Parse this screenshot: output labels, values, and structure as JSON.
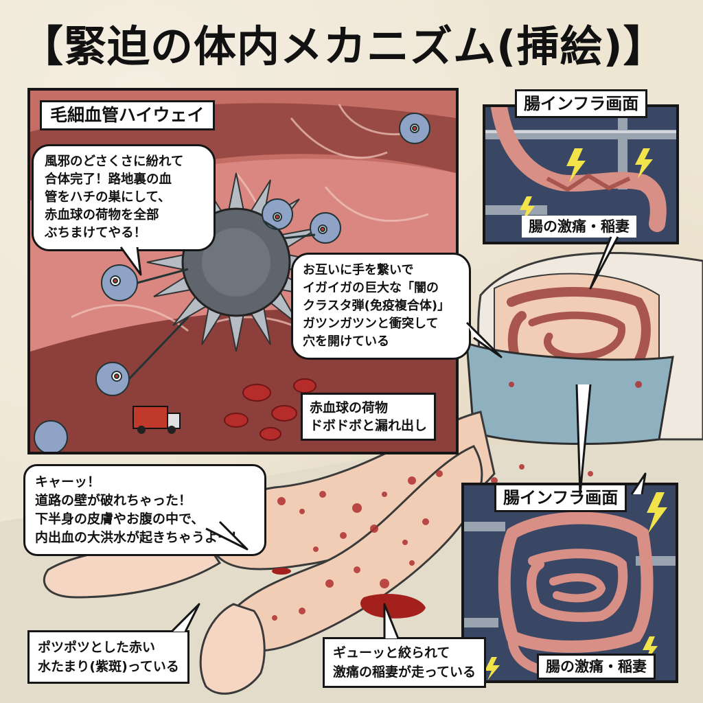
{
  "title": "【緊迫の体内メカニズム(挿絵)】",
  "main_panel": {
    "label": "毛細血管ハイウェイ",
    "virus_speech": [
      "風邪のどさくさに紛れて",
      "合体完了！路地裏の血",
      "管をハチの巣にして、",
      "赤血球の荷物を全部",
      "ぶちまけてやる！"
    ],
    "cluster_note": [
      "お互いに手を繋いで",
      "イガイガの巨大な「闇の",
      "クラスタ弾(免疫複合体)」",
      "ガツンガツンと衝突して",
      "穴を開けている"
    ],
    "cargo_note": [
      "赤血球の荷物",
      "ドボドボと漏れ出し"
    ]
  },
  "gut_panel_top": {
    "label": "腸インフラ画面",
    "pain_label": "腸の激痛・稲妻"
  },
  "gut_panel_bottom": {
    "label": "腸インフラ画面",
    "pain_label": "腸の激痛・稲妻"
  },
  "scream": [
    "キャーッ！",
    "道路の壁が破れちゃった！",
    "下半身の皮膚やお腹の中で、",
    "内出血の大洪水が起きちゃうよー！"
  ],
  "purpura_note": [
    "ポツポツとした赤い",
    "水たまり(紫斑)っている"
  ],
  "cramp_note": [
    "ギューッと絞られて",
    "激痛の稲妻が走っている"
  ],
  "colors": {
    "vessel": "#b9605a",
    "infra_bg": "#3a4764",
    "intestine": "#d88f86",
    "lightning": "#f2e34a",
    "skin": "#f1cdb5",
    "bruise": "#b03030"
  }
}
